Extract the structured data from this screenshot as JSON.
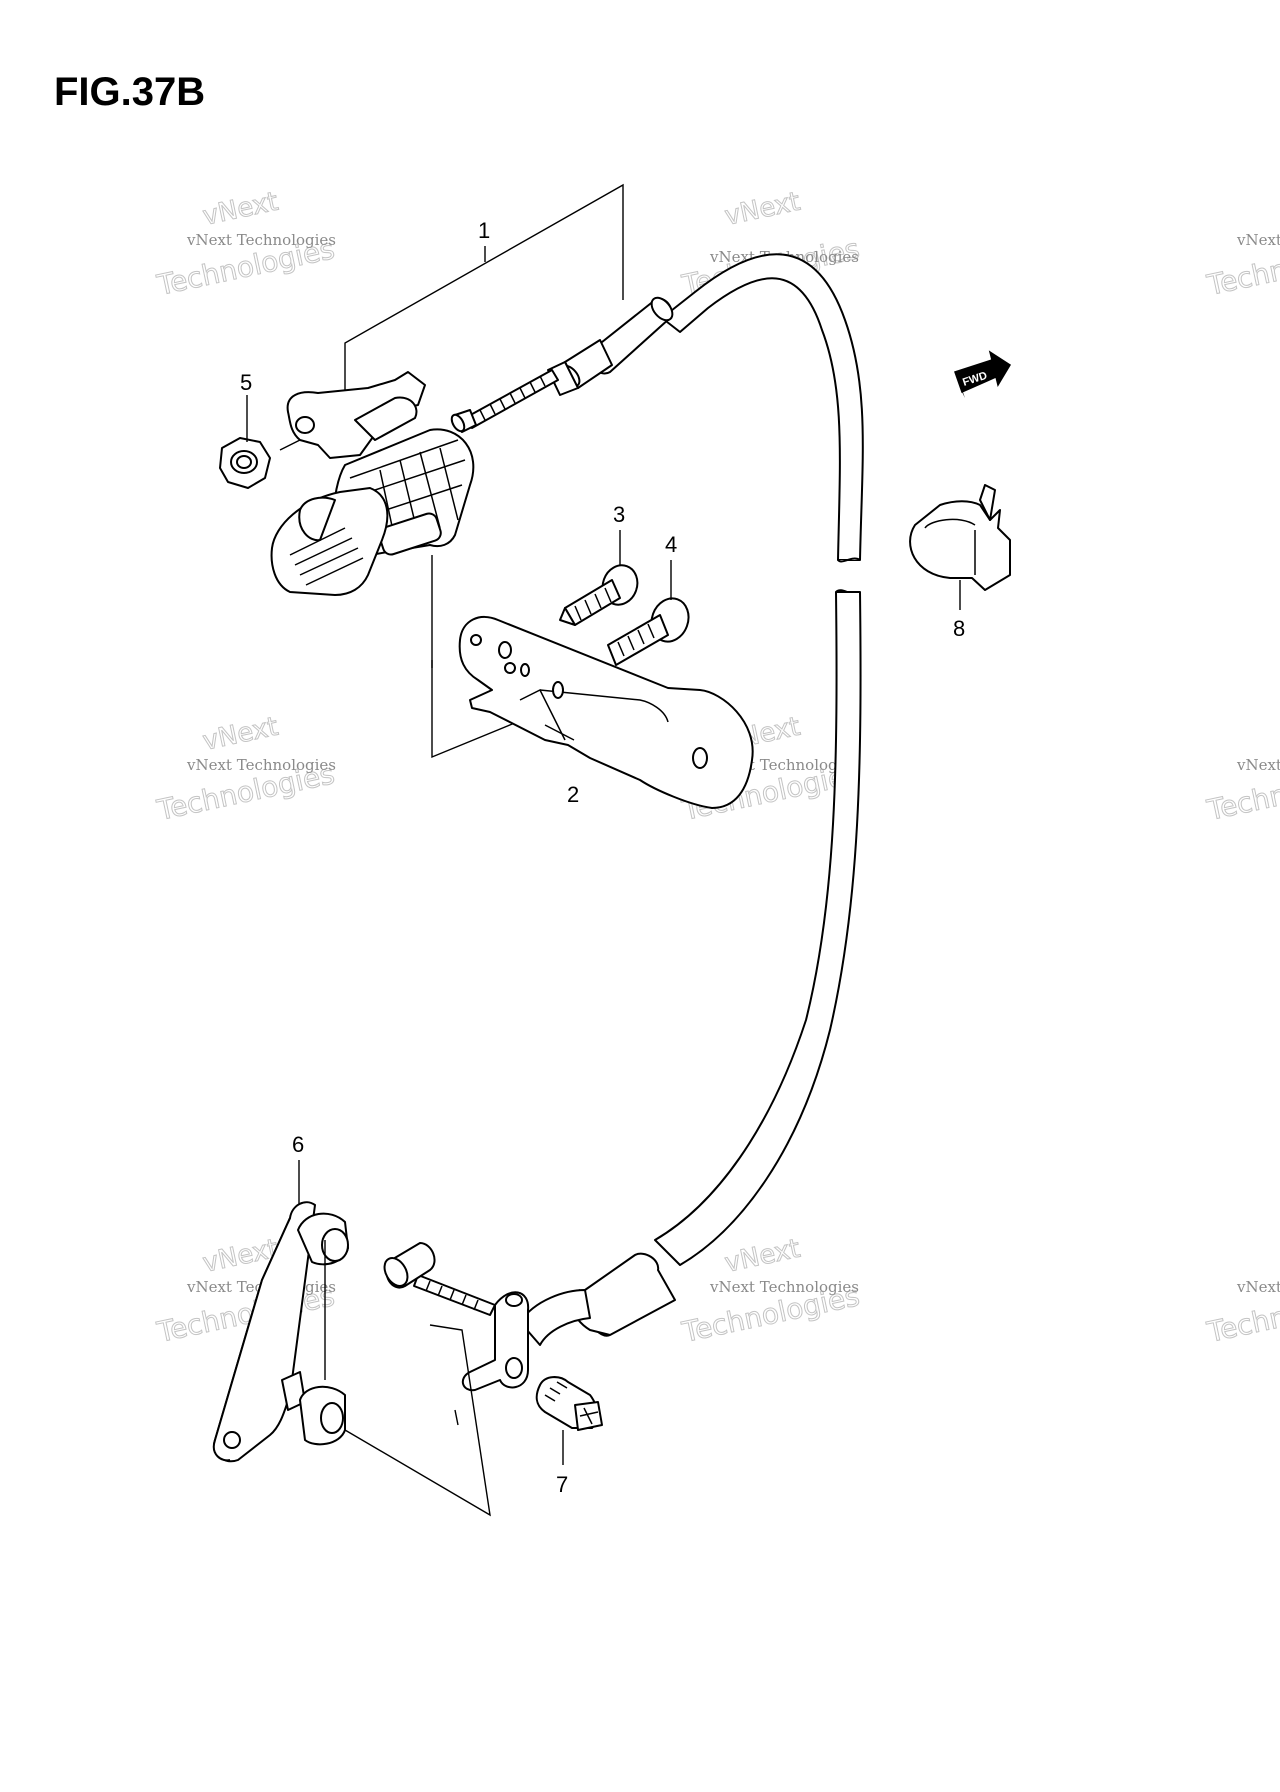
{
  "figure": {
    "title": "FIG.37B"
  },
  "callouts": [
    {
      "id": "1",
      "label": "1",
      "part": "cable-assembly"
    },
    {
      "id": "2",
      "label": "2",
      "part": "bracket"
    },
    {
      "id": "3",
      "label": "3",
      "part": "screw"
    },
    {
      "id": "4",
      "label": "4",
      "part": "screw"
    },
    {
      "id": "5",
      "label": "5",
      "part": "nut"
    },
    {
      "id": "6",
      "label": "6",
      "part": "lever"
    },
    {
      "id": "7",
      "label": "7",
      "part": "bolt"
    },
    {
      "id": "8",
      "label": "8",
      "part": "clamp"
    }
  ],
  "direction_marker": {
    "label": "FWD"
  },
  "watermark": {
    "line1": "vNext Technologies",
    "line2": "vNext",
    "line3": "Technologies"
  },
  "colors": {
    "ink": "#000000",
    "watermark": "#c4c4c4",
    "background": "#ffffff"
  }
}
